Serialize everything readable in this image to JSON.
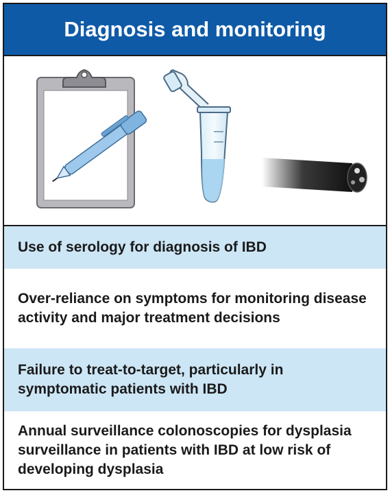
{
  "header": {
    "title": "Diagnosis and monitoring"
  },
  "colors": {
    "header_bg": "#0e5aa7",
    "shaded_row": "#cde6f6",
    "text": "#1a1a1a"
  },
  "illustrations": [
    "clipboard-icon",
    "pen-icon",
    "test-tube-icon",
    "endoscope-icon"
  ],
  "items": [
    {
      "text": "Use of serology for diagnosis of IBD",
      "shaded": true
    },
    {
      "text": "Over-reliance on symptoms for monitoring disease activity and major treatment decisions",
      "shaded": false
    },
    {
      "text": "Failure to treat-to-target, particularly in symptomatic patients with IBD",
      "shaded": true
    },
    {
      "text": "Annual surveillance colonoscopies for dysplasia surveillance in patients with IBD at low risk of developing dysplasia",
      "shaded": false
    }
  ]
}
